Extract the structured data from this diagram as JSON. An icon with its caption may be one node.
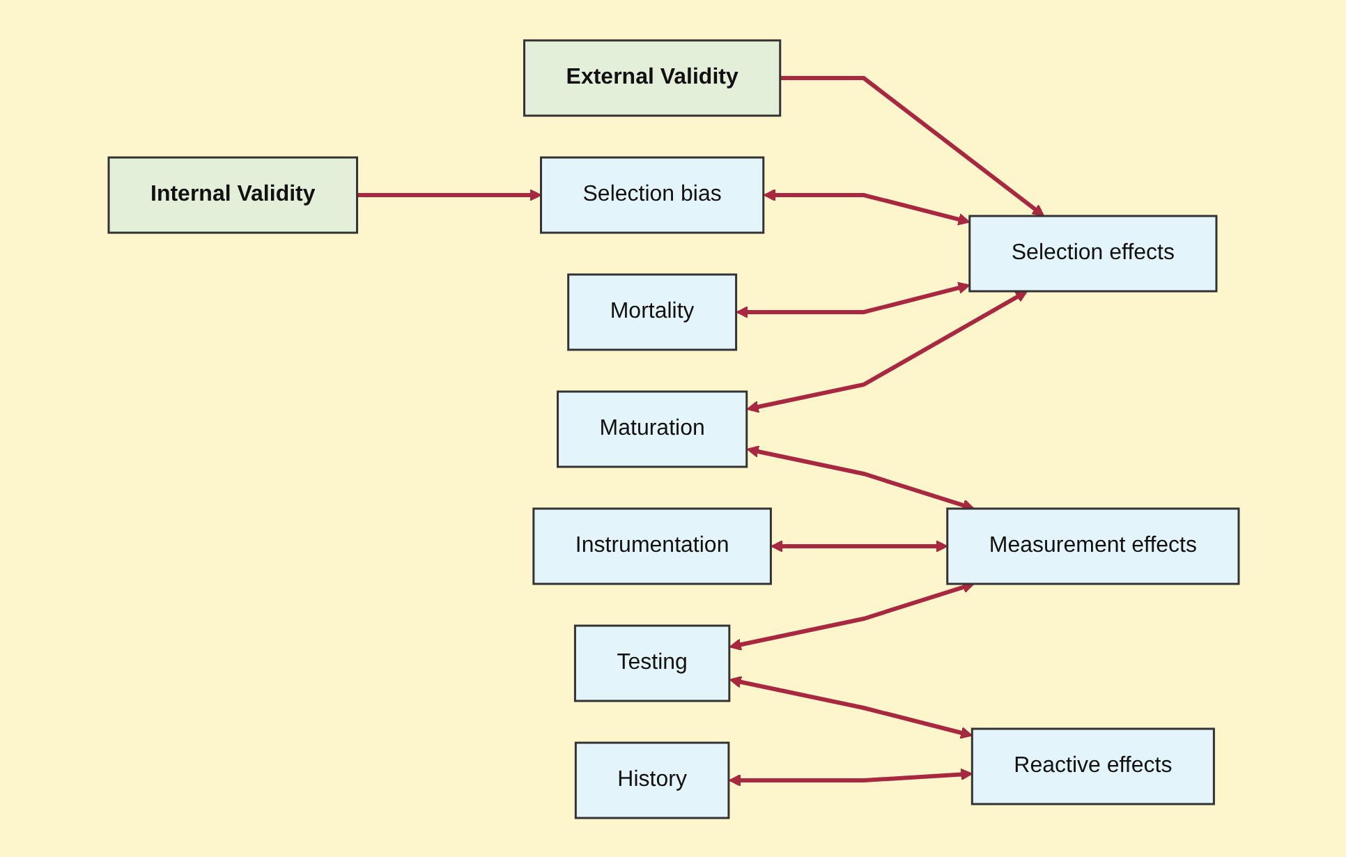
{
  "diagram": {
    "nodes": [
      {
        "text": [
          "Internal Validity"
        ]
      },
      {
        "text": [
          "External Validity"
        ]
      },
      {
        "text": [
          "Selection bias"
        ]
      },
      {
        "text": [
          "Mortality"
        ]
      },
      {
        "text": [
          "Maturation"
        ]
      },
      {
        "text": [
          "Instrumentation"
        ]
      },
      {
        "text": [
          "Testing"
        ]
      },
      {
        "text": [
          "History"
        ]
      },
      {
        "text": [
          "Selection effects"
        ]
      },
      {
        "text": [
          "Measurement effects"
        ]
      },
      {
        "text": [
          "Reactive effects"
        ]
      }
    ],
    "edges": [
      {
        "from": 0,
        "to": 2,
        "arrow": "to"
      },
      {
        "from": 1,
        "to": 8,
        "arrow": "to"
      },
      {
        "from": 2,
        "to": 8,
        "arrow": "both"
      },
      {
        "from": 3,
        "to": 8,
        "arrow": "both"
      },
      {
        "from": 4,
        "to": 8,
        "arrow": "both"
      },
      {
        "from": 4,
        "to": 9,
        "arrow": "both"
      },
      {
        "from": 5,
        "to": 9,
        "arrow": "both"
      },
      {
        "from": 6,
        "to": 9,
        "arrow": "both"
      },
      {
        "from": 6,
        "to": 10,
        "arrow": "both"
      },
      {
        "from": 7,
        "to": 10,
        "arrow": "both"
      }
    ]
  }
}
